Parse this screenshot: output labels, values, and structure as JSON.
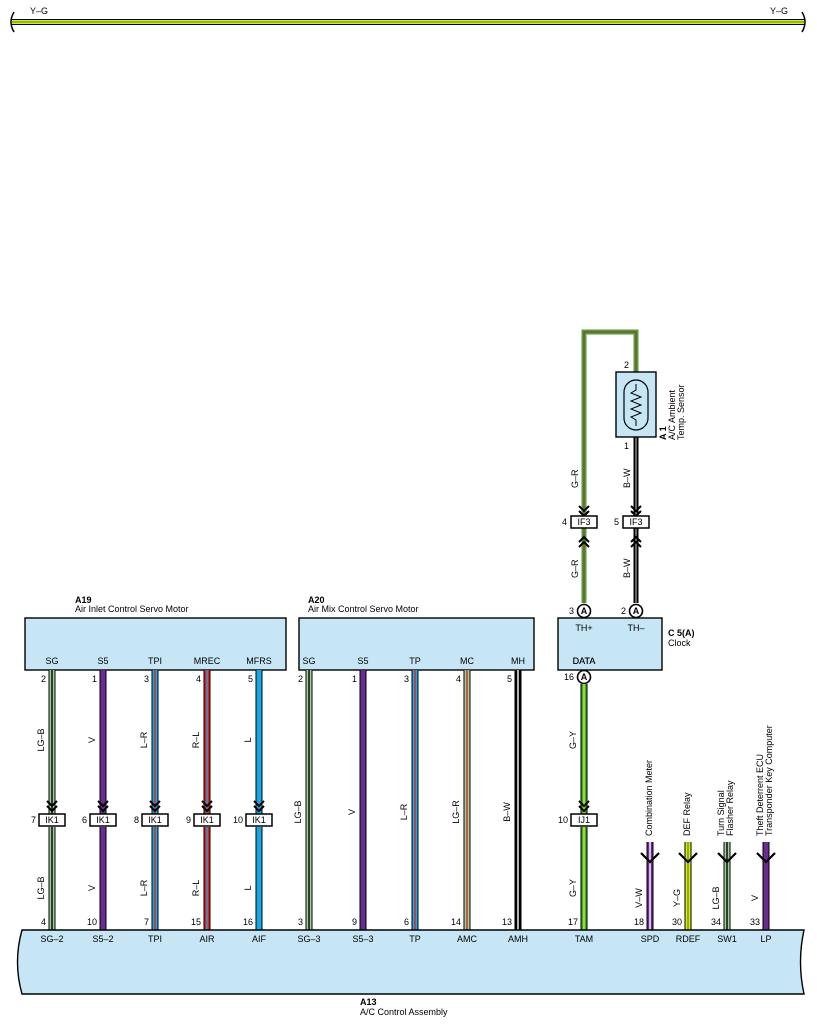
{
  "colors": {
    "G": "#2fae3f",
    "LG": "#9ecf9c",
    "Y": "#f4e400",
    "V": "#6b2c8f",
    "L": "#1aa6e4",
    "R": "#e02020",
    "W": "#ffffff",
    "B": "#000000",
    "box": "#c6e6f5"
  },
  "top_bus": {
    "left_label": "Y–G",
    "right_label": "Y–G"
  },
  "a19": {
    "code": "A19",
    "name": "Air Inlet Control Servo Motor"
  },
  "a20": {
    "code": "A20",
    "name": "Air Mix Control Servo Motor"
  },
  "c5": {
    "code": "C 5",
    "suffix": "(A)",
    "name": "Clock",
    "th_plus": "TH+",
    "th_minus": "TH–",
    "data": "DATA",
    "conn_letter": "A"
  },
  "a1": {
    "code": "A 1",
    "name_line1": "A/C Ambient",
    "name_line2": "Temp.  Sensor",
    "pin_top": "2",
    "pin_bottom": "1"
  },
  "a13": {
    "code": "A13",
    "name": "A/C Control Assembly"
  },
  "wires": [
    {
      "top_pin": "2",
      "top_label": "SG",
      "wire_upper": "LG–B",
      "junction": "IK1",
      "jpin": "7",
      "wire_lower": "LG–B",
      "bottom_pin": "4",
      "bottom_label": "SG–2"
    },
    {
      "top_pin": "1",
      "top_label": "S5",
      "wire_upper": "V",
      "junction": "IK1",
      "jpin": "6",
      "wire_lower": "V",
      "bottom_pin": "10",
      "bottom_label": "S5–2"
    },
    {
      "top_pin": "3",
      "top_label": "TPI",
      "wire_upper": "L–R",
      "junction": "IK1",
      "jpin": "8",
      "wire_lower": "L–R",
      "bottom_pin": "7",
      "bottom_label": "TPI"
    },
    {
      "top_pin": "4",
      "top_label": "MREC",
      "wire_upper": "R–L",
      "junction": "IK1",
      "jpin": "9",
      "wire_lower": "R–L",
      "bottom_pin": "15",
      "bottom_label": "AIR"
    },
    {
      "top_pin": "5",
      "top_label": "MFRS",
      "wire_upper": "L",
      "junction": "IK1",
      "jpin": "10",
      "wire_lower": "L",
      "bottom_pin": "16",
      "bottom_label": "AIF"
    },
    {
      "top_pin": "2",
      "top_label": "SG",
      "wire_upper": "LG–B",
      "bottom_pin": "3",
      "bottom_label": "SG–3"
    },
    {
      "top_pin": "1",
      "top_label": "S5",
      "wire_upper": "V",
      "bottom_pin": "9",
      "bottom_label": "S5–3"
    },
    {
      "top_pin": "3",
      "top_label": "TP",
      "wire_upper": "L–R",
      "bottom_pin": "6",
      "bottom_label": "TP"
    },
    {
      "top_pin": "4",
      "top_label": "MC",
      "wire_upper": "LG–R",
      "bottom_pin": "14",
      "bottom_label": "AMC"
    },
    {
      "top_pin": "5",
      "top_label": "MH",
      "wire_upper": "B–W",
      "bottom_pin": "13",
      "bottom_label": "AMH"
    },
    {
      "top_pin": "16",
      "top_label": "DATA",
      "wire_upper": "G–Y",
      "junction": "IJ1",
      "jpin": "10",
      "wire_lower": "G–Y",
      "bottom_pin": "17",
      "bottom_label": "TAM"
    }
  ],
  "sensor_wires": [
    {
      "label_upper": "G–R",
      "junction": "IF3",
      "jpin": "4",
      "label_lower": "G–R",
      "clock_pin": "3",
      "clock_label": "TH+"
    },
    {
      "label_upper": "B–W",
      "junction": "IF3",
      "jpin": "5",
      "label_lower": "B–W",
      "clock_pin": "2",
      "clock_label": "TH–"
    }
  ],
  "outputs": [
    {
      "dest": "Combination Meter",
      "wire": "V–W",
      "pin": "18",
      "label": "SPD"
    },
    {
      "dest": "DEF Relay",
      "wire": "Y–G",
      "pin": "30",
      "label": "RDEF"
    },
    {
      "dest_line1": "Turn Signal",
      "dest_line2": "Flasher Relay",
      "wire": "LG–B",
      "pin": "34",
      "label": "SW1"
    },
    {
      "dest_line1": "Theft Deterrent ECU",
      "dest_line2": "Transponder Key Computer",
      "wire": "V",
      "pin": "33",
      "label": "LP"
    }
  ]
}
